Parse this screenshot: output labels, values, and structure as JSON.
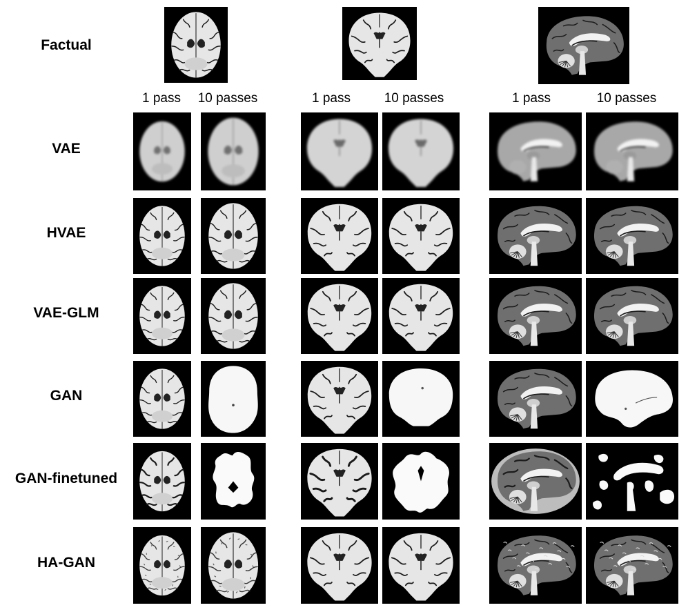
{
  "rows": [
    {
      "label": "Factual"
    },
    {
      "label": "VAE",
      "style": "blurry"
    },
    {
      "label": "HVAE",
      "style": "sharp"
    },
    {
      "label": "VAE-GLM",
      "style": "sharp"
    },
    {
      "label": "GAN",
      "style": "sharp",
      "style10": "saturated"
    },
    {
      "label": "GAN-finetuned",
      "style": "highcontrast",
      "style10": "blobs"
    },
    {
      "label": "HA-GAN",
      "style": "textured"
    }
  ],
  "pass_labels": [
    "1 pass",
    "10 passes"
  ],
  "views": [
    "axial-brain-slice",
    "coronal-brain-slice",
    "sagittal-brain-slice"
  ],
  "colors": {
    "background": "#ffffff",
    "tile_background": "#000000",
    "tissue": "#e6e6e6",
    "text": "#000000"
  }
}
